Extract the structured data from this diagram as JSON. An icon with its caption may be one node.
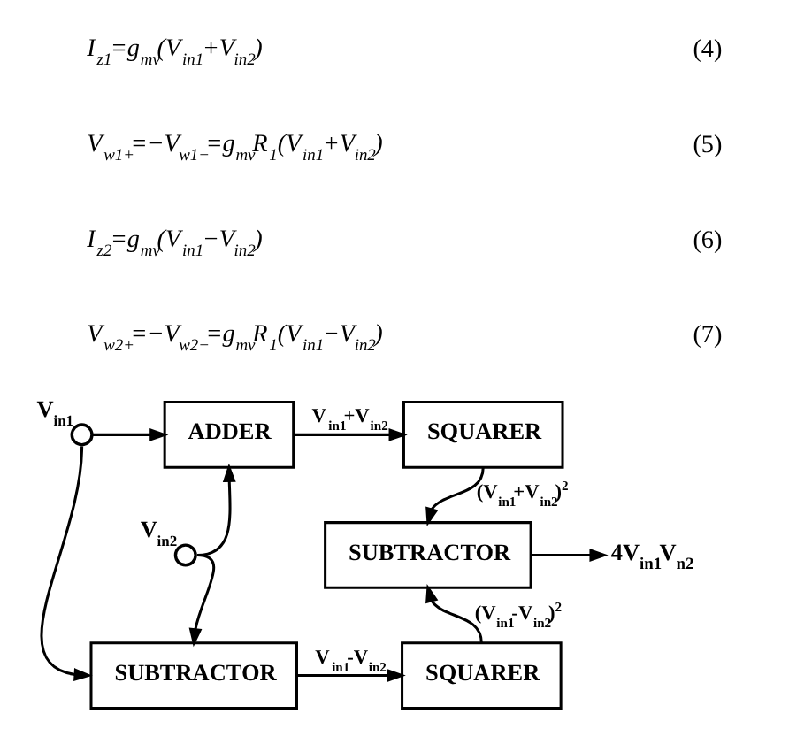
{
  "diagram": {
    "nodes": [
      {
        "text": [],
        "shape": "circle",
        "beside": [
          "V$_{in1}$"
        ]
      },
      {
        "text": [
          "ADDER"
        ]
      },
      {
        "text": [
          "SQUARER"
        ]
      },
      {
        "text": [],
        "shape": "circle",
        "beside": [
          "V$_{in2}$"
        ]
      },
      {
        "text": [
          "SUBTRACTOR"
        ]
      },
      {
        "text": [
          "4V$_{in1}$V$_{n2}$"
        ]
      },
      {
        "text": [
          "SUBTRACTOR"
        ]
      },
      {
        "text": [
          "SQUARER"
        ]
      }
    ],
    "edges": [
      {
        "from": 0,
        "to": 1,
        "arrow": "to"
      },
      {
        "from": 1,
        "to": 2,
        "arrow": "to",
        "label": "V$_{in1}$+V$_{in2}$"
      },
      {
        "from": 2,
        "to": 4,
        "arrow": "to",
        "label": "(V$_{in1}$+V$_{in2}$)$^{2}$"
      },
      {
        "from": 3,
        "to": 1,
        "arrow": "to"
      },
      {
        "from": 0,
        "to": 6,
        "arrow": "to"
      },
      {
        "from": 3,
        "to": 6,
        "arrow": "to"
      },
      {
        "from": 4,
        "to": 5,
        "arrow": "to"
      },
      {
        "from": 6,
        "to": 7,
        "arrow": "to",
        "label": "V$_{in1}$-V$_{in2}$"
      },
      {
        "from": 7,
        "to": 4,
        "arrow": "to",
        "label": "(V$_{in1}$-V$_{in2}$)$^{2}$"
      }
    ],
    "labels": [
      "I$_{z1}$=g$_{mv}$(V$_{in1}$+V$_{in2}$)",
      "(4)",
      "V$_{w1+}$=−V$_{w1−}$=g$_{mv}$R$_{1}$(V$_{in1}$+V$_{in2}$)",
      "(5)",
      "I$_{z2}$=g$_{mv}$(V$_{in1}$−V$_{in2}$)",
      "(6)",
      "V$_{w2+}$=−V$_{w2−}$=g$_{mv}$R$_{1}$(V$_{in1}$−V$_{in2}$)",
      "(7)"
    ]
  }
}
